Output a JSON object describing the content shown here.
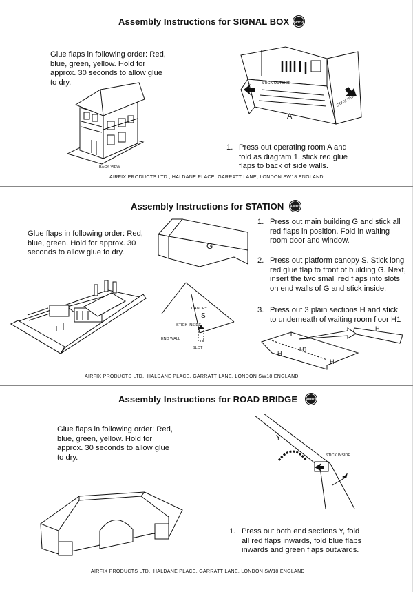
{
  "sections": [
    {
      "title": "Assembly Instructions for SIGNAL BOX",
      "glue": "Glue flaps in following order: Red, blue, green, yellow. Hold for approx. 30 seconds to allow glue to dry.",
      "steps": [
        {
          "num": "1.",
          "text": "Press out operating room A and fold as diagram 1, stick red glue flaps to back of side walls."
        }
      ],
      "labels": {
        "back_view": "BACK VIEW",
        "stick_outside": "STICK OUTSIDE",
        "stick_here": "STICK HERE",
        "part": "A"
      },
      "footer": "AIRFIX PRODUCTS LTD., HALDANE PLACE, GARRATT LANE, LONDON SW18 ENGLAND"
    },
    {
      "title": "Assembly Instructions for STATION",
      "glue": "Glue flaps in following order: Red, blue, green. Hold for approx. 30 seconds to allow glue to dry.",
      "steps": [
        {
          "num": "1.",
          "text": "Press out main building G and stick all red flaps in position. Fold in waiting room door and window."
        },
        {
          "num": "2.",
          "text": "Press out platform canopy S. Stick long red glue flap to front of building G. Next, insert the two small red flaps into slots on end walls of G and stick inside."
        },
        {
          "num": "3.",
          "text": "Press out 3 plain sections H and stick to underneath of waiting room floor H1"
        }
      ],
      "labels": {
        "g": "G",
        "canopy": "CANOPY",
        "s": "S",
        "stick_inside": "STICK INSIDE",
        "end_wall": "END WALL",
        "slot": "SLOT",
        "h1": "H1",
        "h": "H"
      },
      "footer": "AIRFIX PRODUCTS LTD., HALDANE PLACE, GARRATT LANE, LONDON SW18 ENGLAND"
    },
    {
      "title": "Assembly Instructions for ROAD BRIDGE",
      "glue": "Glue flaps in following order: Red, blue, green, yellow. Hold for approx. 30 seconds to allow glue to dry.",
      "steps": [
        {
          "num": "1.",
          "text": "Press out both end sections Y, fold all red flaps inwards, fold blue flaps inwards and green flaps outwards."
        }
      ],
      "labels": {
        "y": "Y",
        "stick_inside": "STICK INSIDE"
      },
      "footer": "AIRFIX PRODUCTS LTD., HALDANE PLACE, GARRATT LANE, LONDON SW18 ENGLAND"
    }
  ],
  "logo_text": "AIRFIX"
}
